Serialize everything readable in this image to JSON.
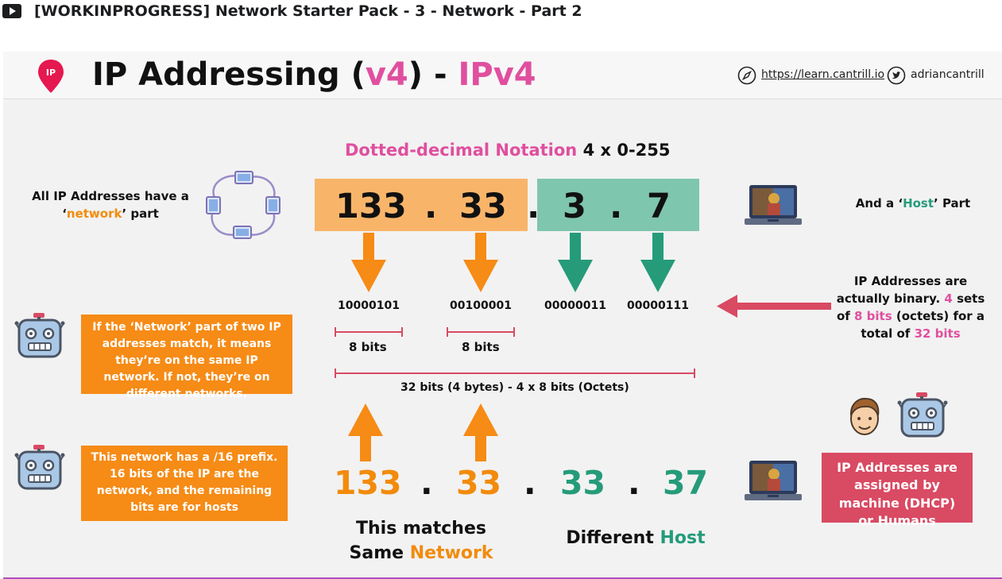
{
  "video": {
    "title": "[WORKINPROGRESS] Network Starter Pack - 3 - Network - Part 2"
  },
  "slide": {
    "title_prefix": "IP Addressing (",
    "title_v4": "v4",
    "title_mid": ") - ",
    "title_ipv4": "IPv4",
    "website": "https://learn.cantrill.io",
    "twitter": "adriancantrill",
    "notation_label": "Dotted-decimal Notation",
    "notation_range": "4 x 0-255",
    "network_note_prefix": "All IP Addresses have a ‘",
    "network_note_word": "network",
    "network_note_suffix": "’ part",
    "host_note_prefix": "And a ‘",
    "host_note_word": "Host",
    "host_note_suffix": "’ Part",
    "ip_top": {
      "octets": [
        "133",
        "33",
        "3",
        "7"
      ],
      "dot": "."
    },
    "binary": [
      "10000101",
      "00100001",
      "00000011",
      "00000111"
    ],
    "bits_label": "8 bits",
    "total_bits_label": "32 bits (4 bytes) - 4 x 8 bits (Octets)",
    "binary_note": {
      "p1": "IP Addresses are actually binary.",
      "n1": "4",
      "p2": "sets of",
      "n2": "8 bits",
      "p3": "(octets) for a total of",
      "n3": "32 bits"
    },
    "callout_match": "If the ‘Network’ part of two IP addresses match, it means they’re on the same IP network. If not, they’re on different networks.",
    "callout_prefix": "This network has a /16 prefix. 16 bits of the IP are the network, and the remaining bits are for hosts",
    "callout_assigned": "IP Addresses are assigned by machine (DHCP) or Humans",
    "ip_bottom": {
      "octets": [
        "133",
        "33",
        "33",
        "37"
      ],
      "dot": "."
    },
    "match_line1": "This matches",
    "match_line2_prefix": "Same",
    "match_line2_word": "Network",
    "different_prefix": "Different",
    "different_word": "Host"
  },
  "colors": {
    "network_orange": "#f8b56a",
    "host_green": "#7fc6ae",
    "arrow_orange": "#f68b16",
    "arrow_green": "#259b7a",
    "accent_red": "#d94a63",
    "accent_pink": "#e04f9f"
  },
  "icons": {
    "play": "play-icon",
    "pin": "ip-pin-icon",
    "compass": "compass-icon",
    "twitter": "twitter-icon",
    "network": "network-ring-icon",
    "laptop": "laptop-icon",
    "robot": "robot-icon",
    "person": "person-icon"
  }
}
